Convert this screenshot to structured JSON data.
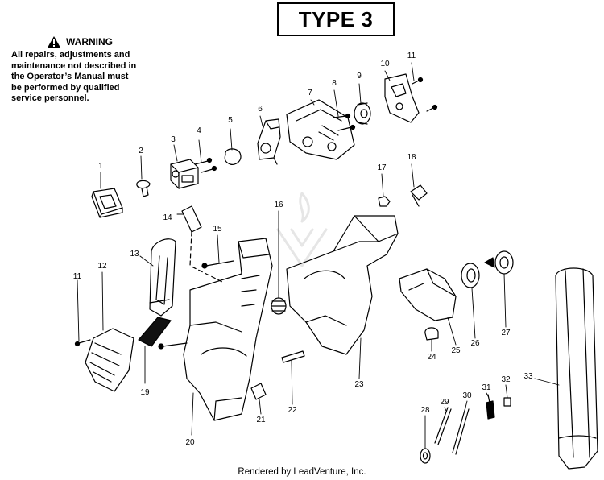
{
  "header": {
    "type_label": "TYPE 3"
  },
  "warning": {
    "title": "WARNING",
    "body": "All repairs, adjustments and\nmaintenance not described in\nthe Operator’s Manual must\nbe performed by qualified\nservice personnel."
  },
  "footer": {
    "credit": "Rendered by LeadVenture, Inc."
  },
  "parts": [
    {
      "id": "1",
      "label": "1"
    },
    {
      "id": "2",
      "label": "2"
    },
    {
      "id": "3",
      "label": "3"
    },
    {
      "id": "4",
      "label": "4"
    },
    {
      "id": "5",
      "label": "5"
    },
    {
      "id": "6",
      "label": "6"
    },
    {
      "id": "7",
      "label": "7"
    },
    {
      "id": "8",
      "label": "8"
    },
    {
      "id": "9",
      "label": "9"
    },
    {
      "id": "10",
      "label": "10"
    },
    {
      "id": "11a",
      "label": "11"
    },
    {
      "id": "11b",
      "label": "11"
    },
    {
      "id": "12",
      "label": "12"
    },
    {
      "id": "13",
      "label": "13"
    },
    {
      "id": "14",
      "label": "14"
    },
    {
      "id": "15",
      "label": "15"
    },
    {
      "id": "16",
      "label": "16"
    },
    {
      "id": "17",
      "label": "17"
    },
    {
      "id": "18",
      "label": "18"
    },
    {
      "id": "19",
      "label": "19"
    },
    {
      "id": "20",
      "label": "20"
    },
    {
      "id": "21",
      "label": "21"
    },
    {
      "id": "22",
      "label": "22"
    },
    {
      "id": "23",
      "label": "23"
    },
    {
      "id": "24",
      "label": "24"
    },
    {
      "id": "25",
      "label": "25"
    },
    {
      "id": "26",
      "label": "26"
    },
    {
      "id": "27",
      "label": "27"
    },
    {
      "id": "28",
      "label": "28"
    },
    {
      "id": "29",
      "label": "29"
    },
    {
      "id": "30",
      "label": "30"
    },
    {
      "id": "31",
      "label": "31"
    },
    {
      "id": "32",
      "label": "32"
    },
    {
      "id": "33",
      "label": "33"
    }
  ]
}
